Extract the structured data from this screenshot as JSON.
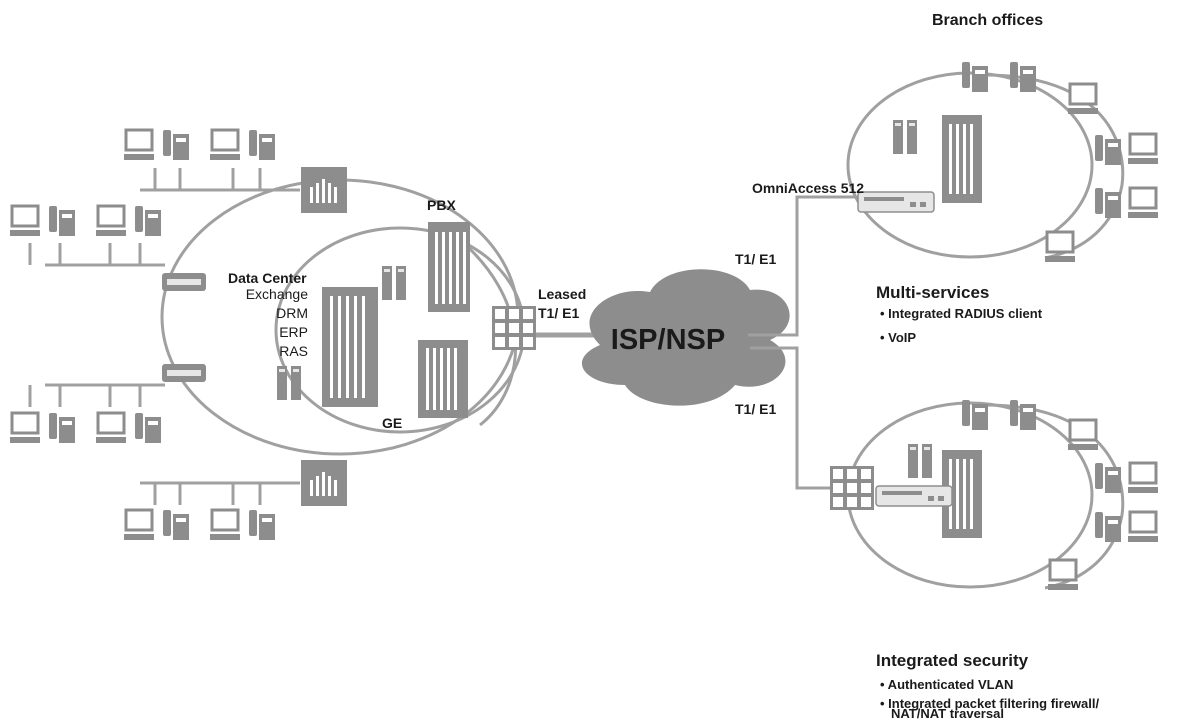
{
  "labels": {
    "branch_offices": "Branch offices",
    "omniaccess": "OmniAccess 512",
    "pbx": "PBX",
    "data_center": "Data Center",
    "exchange": "Exchange",
    "drm": "DRM",
    "erp": "ERP",
    "ras": "RAS",
    "ge": "GE",
    "leased": "Leased",
    "leased_t1e1": "T1/ E1",
    "cloud": "ISP/NSP",
    "t1e1_upper": "T1/ E1",
    "t1e1_lower": "T1/ E1"
  },
  "multi_services": {
    "title": "Multi-services",
    "items": [
      "• Integrated RADIUS client",
      "• VoIP"
    ]
  },
  "integrated_security": {
    "title": "Integrated security",
    "items": [
      "• Authenticated VLAN",
      "• Integrated packet filtering firewall/",
      "NAT/NAT traversal"
    ]
  },
  "colors": {
    "device": "#8d8d8d",
    "line": "#a0a0a0",
    "cloud": "#8d8d8d",
    "router": "#e6e6e6"
  }
}
